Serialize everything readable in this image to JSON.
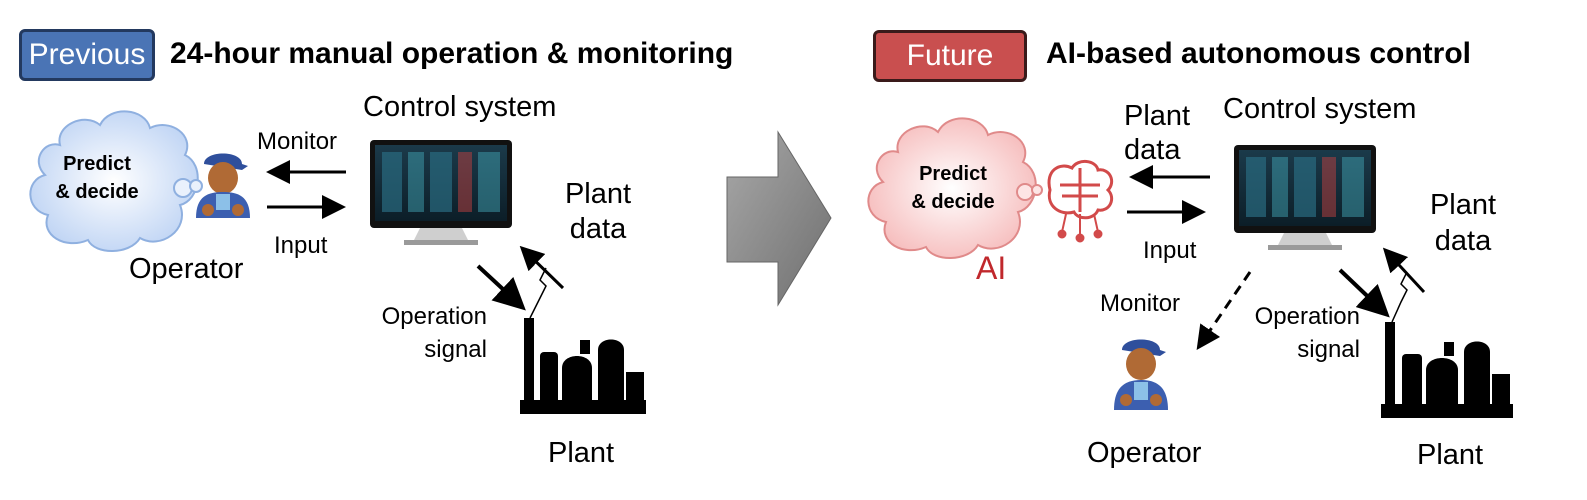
{
  "left": {
    "badge": "Previous",
    "heading": "24-hour manual operation & monitoring",
    "cloud": {
      "line1": "Predict",
      "line2": "& decide"
    },
    "operator_label": "Operator",
    "monitor_label": "Monitor",
    "input_label": "Input",
    "control_system_label": "Control system",
    "plant_data": {
      "line1": "Plant",
      "line2": "data"
    },
    "operation_signal": {
      "line1": "Operation",
      "line2": "signal"
    },
    "plant_label": "Plant"
  },
  "right": {
    "badge": "Future",
    "heading": "AI-based autonomous control",
    "cloud": {
      "line1": "Predict",
      "line2": "& decide"
    },
    "ai_label": "AI",
    "plant_data_top": {
      "line1": "Plant",
      "line2": "data"
    },
    "input_label": "Input",
    "control_system_label": "Control system",
    "plant_data": {
      "line1": "Plant",
      "line2": "data"
    },
    "monitor_label": "Monitor",
    "operation_signal": {
      "line1": "Operation",
      "line2": "signal"
    },
    "operator_label": "Operator",
    "plant_label": "Plant"
  },
  "colors": {
    "previous_badge": "#4a74b5",
    "future_badge": "#c94f4f",
    "left_cloud": "#c9dcf7",
    "right_cloud": "#f8c9c9",
    "ai_text": "#c0282c",
    "transition_arrow": "#8c8c8c"
  }
}
